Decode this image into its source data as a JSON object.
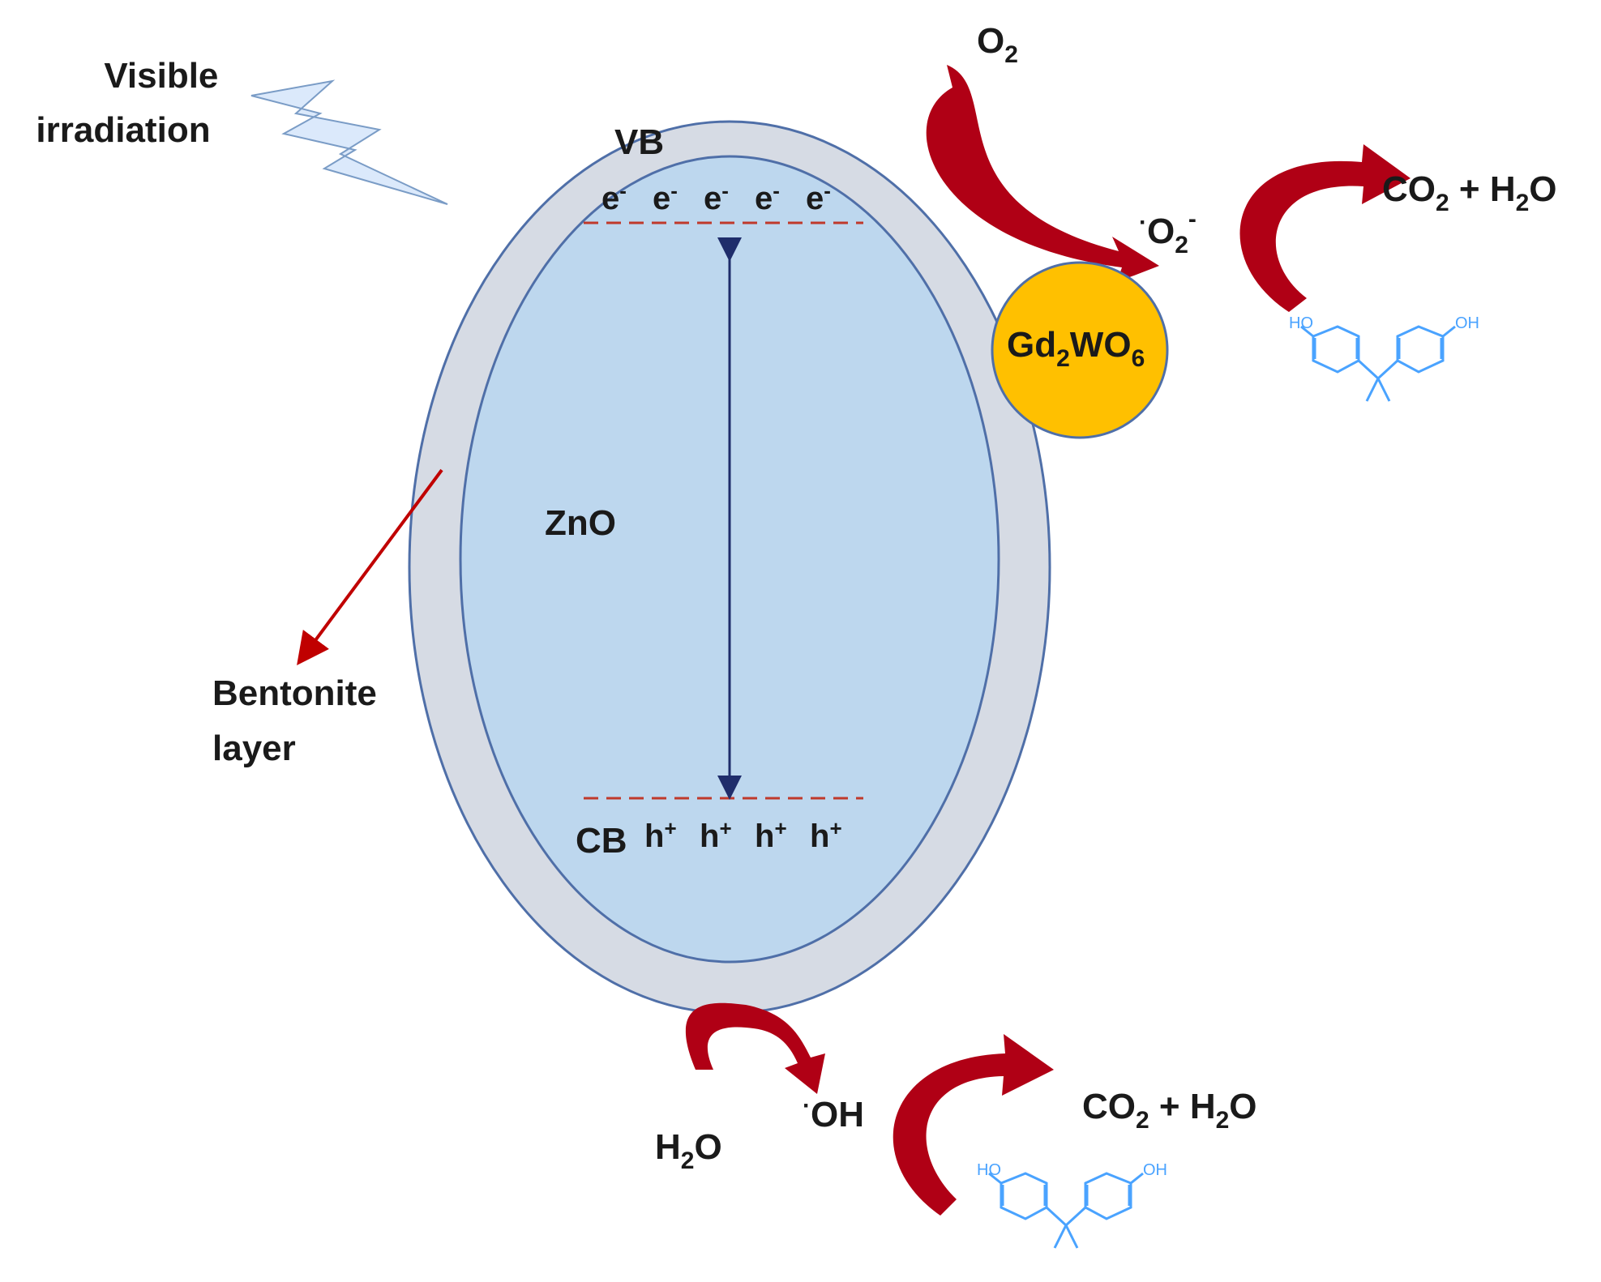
{
  "labels": {
    "visible_line1": "Visible",
    "visible_line2": "irradiation",
    "vb": "VB",
    "cb": "CB",
    "zno": "ZnO",
    "bentonite_line1": "Bentonite",
    "bentonite_line2": "layer",
    "o2_base": "O",
    "o2_sub": "2",
    "superoxide_dot": "·",
    "superoxide_base": "O",
    "superoxide_sub": "2",
    "superoxide_sup": "-",
    "gd_base1": "Gd",
    "gd_sub1": "2",
    "gd_base2": "WO",
    "gd_sub2": "6",
    "co2_top_a": "CO",
    "co2_top_b": "2",
    "co2_top_c": " + H",
    "co2_top_d": "2",
    "co2_top_e": "O",
    "co2_bot_a": "CO",
    "co2_bot_b": "2",
    "co2_bot_c": " + H",
    "co2_bot_d": "2",
    "co2_bot_e": "O",
    "h2o_a": "H",
    "h2o_b": "2",
    "h2o_c": "O",
    "oh_dot": "·",
    "oh_text": "OH"
  },
  "electrons": {
    "symbol": "e",
    "sup": "-",
    "count": 5
  },
  "holes": {
    "symbol": "h",
    "sup": "+",
    "count": 4
  },
  "molecule": {
    "ho": "HO",
    "oh": "OH"
  },
  "colors": {
    "outer_shell": "#d6dbe4",
    "inner_core": "#bdd7ee",
    "outline": "#4f6fa8",
    "band_line": "#c0392b",
    "curved_arrow": "#b00015",
    "gd_particle": "#ffc000",
    "lightning": "#dbe9fb",
    "molecule": "#4aa3ff",
    "gap_arrow": "#1f2d6b"
  }
}
